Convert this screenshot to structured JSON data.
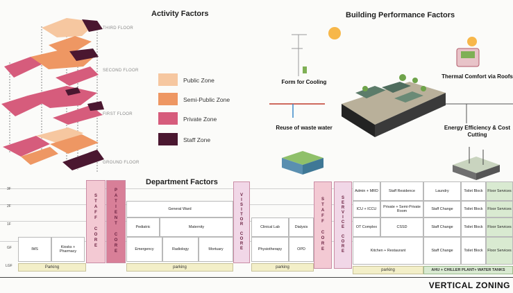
{
  "activity": {
    "title": "Activity Factors",
    "floors": [
      "THIRD FLOOR",
      "SECOND FLOOR",
      "FIRST FLOOR",
      "GROUND FLOOR"
    ],
    "legend": [
      {
        "label": "Public Zone",
        "color": "#f6c7a0"
      },
      {
        "label": "Semi-Public Zone",
        "color": "#ee9763"
      },
      {
        "label": "Private Zone",
        "color": "#d65c7c"
      },
      {
        "label": "Staff Zone",
        "color": "#4a1730"
      }
    ]
  },
  "building": {
    "title": "Building Performance Factors",
    "cooling": "Form for Cooling",
    "reuse": "Reuse of waste water",
    "thermal": "Thermal Comfort via Roofs",
    "energy": "Energy Efficiency & Cost Cutting"
  },
  "department": {
    "title": "Department Factors",
    "floors": [
      "3F",
      "2F",
      "1F",
      "GF",
      "LGF"
    ],
    "cols": {
      "staff_core_1": "STAFF CORE",
      "patient_core": "PATIENT CORE",
      "visitor_core": "VISITOR CORE",
      "staff_core_2": "STAFF CORE",
      "service_core": "SERVICE CORE"
    },
    "cells": {
      "ims": "IMS",
      "kiosks": "Kiosks + Pharmacy",
      "general_ward": "General Ward",
      "pediatric": "Pediatric",
      "maternity": "Maternity",
      "emergency": "Emergency",
      "radiology": "Radiology",
      "mortuary": "Mortuary",
      "clinical_lab": "Clinical Lab",
      "dialysis": "Dialysis",
      "physiotherapy": "Physiotherapy",
      "opd": "OPD",
      "admin": "Admin + MRD",
      "staff_residence": "Staff Residence",
      "icu": "ICU + ICCU",
      "private_rooms": "Private + Semi-Private Room",
      "ot": "OT Complex",
      "cssd": "CSSD",
      "kitchen": "Kitchen + Restaurant",
      "laundry": "Laundry",
      "staff_change_1": "Staff Change",
      "staff_change_2": "Staff Change",
      "staff_change_3": "Staff Change",
      "toilet_1": "Toilet Block",
      "toilet_2": "Toilet Block",
      "toilet_3": "Toilet Block",
      "toilet_4": "Toilet Block",
      "floor_serv_1": "Floor Services",
      "floor_serv_2": "Floor Services",
      "floor_serv_3": "Floor Services",
      "floor_serv_4": "Floor Services"
    },
    "parking": [
      "Parking",
      "parking",
      "parking",
      "parking"
    ],
    "ahu": "AHU + CHILLER PLANT+ WATER TANKS"
  },
  "footer": "VERTICAL ZONING"
}
